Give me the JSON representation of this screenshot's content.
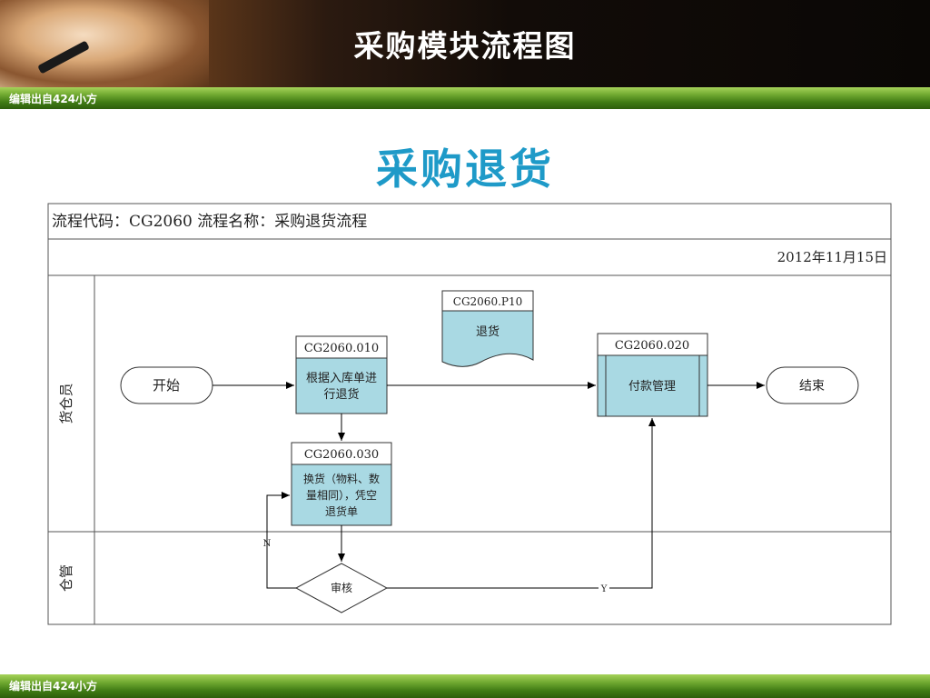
{
  "header": {
    "title": "采购模块流程图"
  },
  "band_top": {
    "text": "编辑出自424小方"
  },
  "band_bottom": {
    "text": "编辑出自424小方"
  },
  "subtitle": "采购退货",
  "flow": {
    "info": "流程代码：CG2060    流程名称：采购退货流程",
    "date": "2012年11月15日",
    "lanes": [
      {
        "label": "货仓员"
      },
      {
        "label": "仓管"
      }
    ],
    "start": "开始",
    "end": "结束",
    "doc": {
      "code": "CG2060.P10",
      "label": "退货"
    },
    "step_010": {
      "code": "CG2060.010",
      "line1": "根据入库单进",
      "line2": "行退货"
    },
    "step_030": {
      "code": "CG2060.030",
      "line1": "换货（物料、数",
      "line2": "量相同），凭空",
      "line3": "退货单"
    },
    "step_020": {
      "code": "CG2060.020",
      "label": "付款管理"
    },
    "decision": "审核",
    "no_label": "N",
    "yes_label": "Y"
  }
}
